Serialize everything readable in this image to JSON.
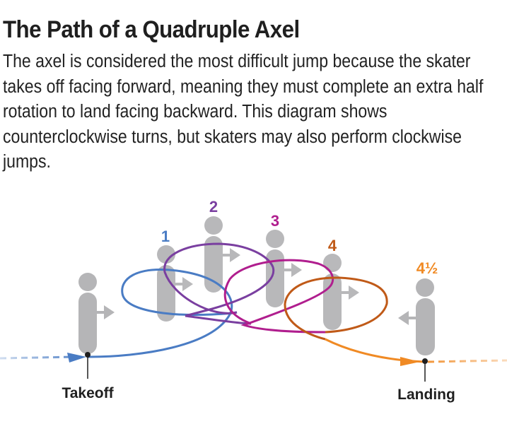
{
  "header": {
    "title": "The Path of a Quadruple Axel",
    "description": "The axel is considered the most difficult jump because the skater takes off facing forward, meaning they must complete an extra half rotation to land facing backward. This diagram shows counterclockwise turns, but skaters may also perform clockwise jumps."
  },
  "diagram": {
    "rotations": [
      {
        "label": "1",
        "color": "#4a7cc4"
      },
      {
        "label": "2",
        "color": "#7a3fa0"
      },
      {
        "label": "3",
        "color": "#b01e8e"
      },
      {
        "label": "4",
        "color": "#c05a18"
      },
      {
        "label": "4½",
        "color": "#f08a24"
      }
    ],
    "takeoff_label": "Takeoff",
    "landing_label": "Landing",
    "figure_color": "#b5b5b7",
    "icons": [
      "skater-figure-icon",
      "arrow-right-icon",
      "arrow-left-icon"
    ]
  }
}
